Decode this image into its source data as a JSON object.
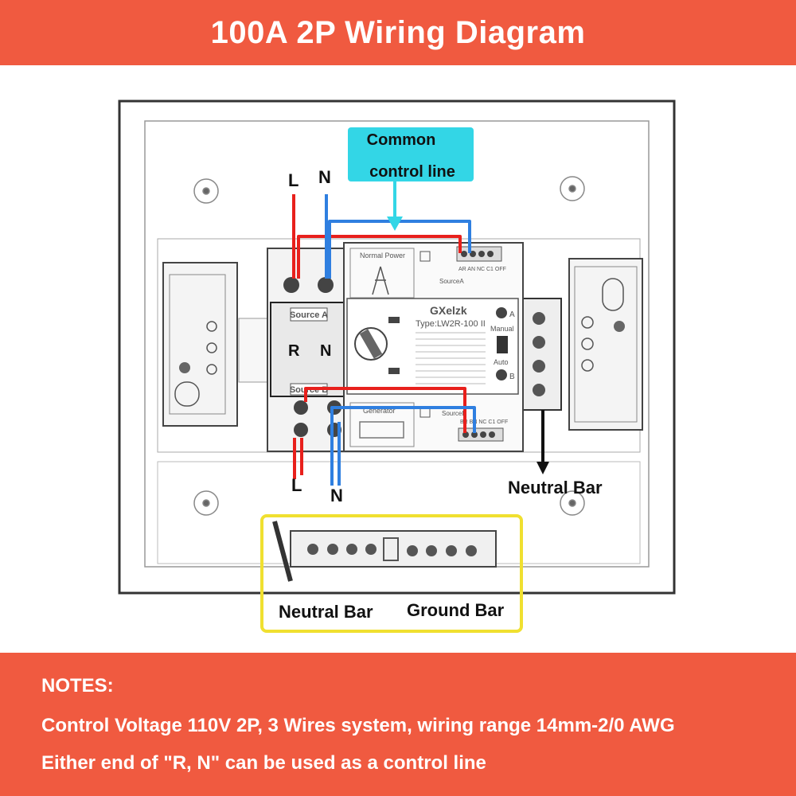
{
  "title": "100A 2P Wiring Diagram",
  "diagram": {
    "callout_common": [
      "Common",
      "control line"
    ],
    "top_L": "L",
    "top_N": "N",
    "bottom_L": "L",
    "bottom_N": "N",
    "neutral_bar_right": "Neutral Bar",
    "neutral_bar_bottom": "Neutral Bar",
    "ground_bar": "Ground Bar",
    "breaker_source_a": "Source A",
    "breaker_source_b": "Source B",
    "breaker_R": "R",
    "breaker_N": "N",
    "device_brand": "GXelzk",
    "device_type": "Type:LW2R-100 II",
    "device_normal_power": "Normal Power",
    "device_generator": "Generator",
    "device_source_a_small": "SourceA",
    "device_source_b_small": "SourceB",
    "device_manual": "Manual",
    "device_auto": "Auto",
    "device_a": "A",
    "device_b": "B",
    "device_terminals_top": "AR AN NC C1 OFF",
    "device_terminals_bottom": "BR BN NC C1 OFF"
  },
  "colors": {
    "banner": "#f05a40",
    "line_live": "#e8201c",
    "line_neutral": "#2f7fe0",
    "callout": "#33d6e6",
    "highlight_box": "#f0e030"
  },
  "notes": {
    "heading": "NOTES:",
    "line1": "Control Voltage 110V 2P, 3 Wires system, wiring range 14mm-2/0 AWG",
    "line2": "Either end of \"R, N\" can be used as a control line"
  }
}
